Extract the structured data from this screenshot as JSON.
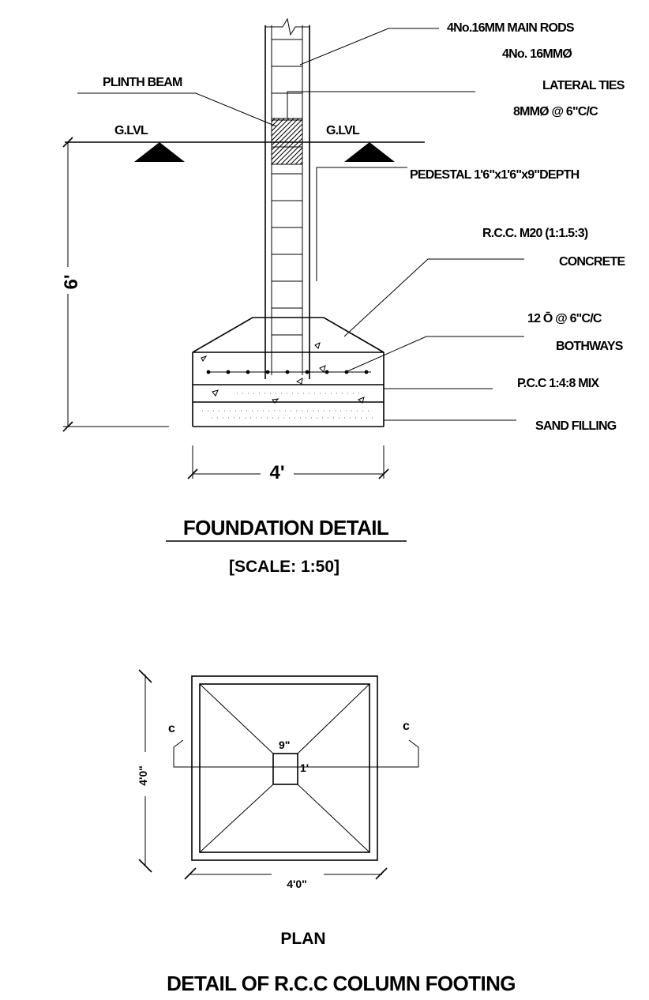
{
  "foundation_detail": {
    "labels": {
      "main_rods": "4No.16MM MAIN RODS",
      "main_rods_dia": "4No. 16MMØ",
      "plinth_beam": "PLINTH BEAM",
      "lateral_ties": "LATERAL TIES",
      "lateral_ties_spacing": "8MMØ @ 6\"C/C",
      "glvl_left": "G.LVL",
      "glvl_right": "G.LVL",
      "pedestal": "PEDESTAL 1'6\"x1'6\"x9\"DEPTH",
      "rcc_mix": "R.C.C. M20 (1:1.5:3)",
      "concrete": "CONCRETE",
      "reinforcement": "12 Ō @ 6\"C/C",
      "bothways": "BOTHWAYS",
      "pcc_mix": "P.C.C 1:4:8 MIX",
      "sand_filling": "SAND FILLING"
    },
    "dim_depth": "6'",
    "dim_width": "4'",
    "title": "FOUNDATION DETAIL",
    "scale": "[SCALE: 1:50]"
  },
  "plan": {
    "section_left": "c",
    "section_right": "c",
    "column_width": "9\"",
    "column_depth": "1'",
    "dim_height": "4'0\"",
    "dim_width": "4'0\"",
    "label": "PLAN"
  },
  "caption": "DETAIL OF R.C.C COLUMN FOOTING"
}
